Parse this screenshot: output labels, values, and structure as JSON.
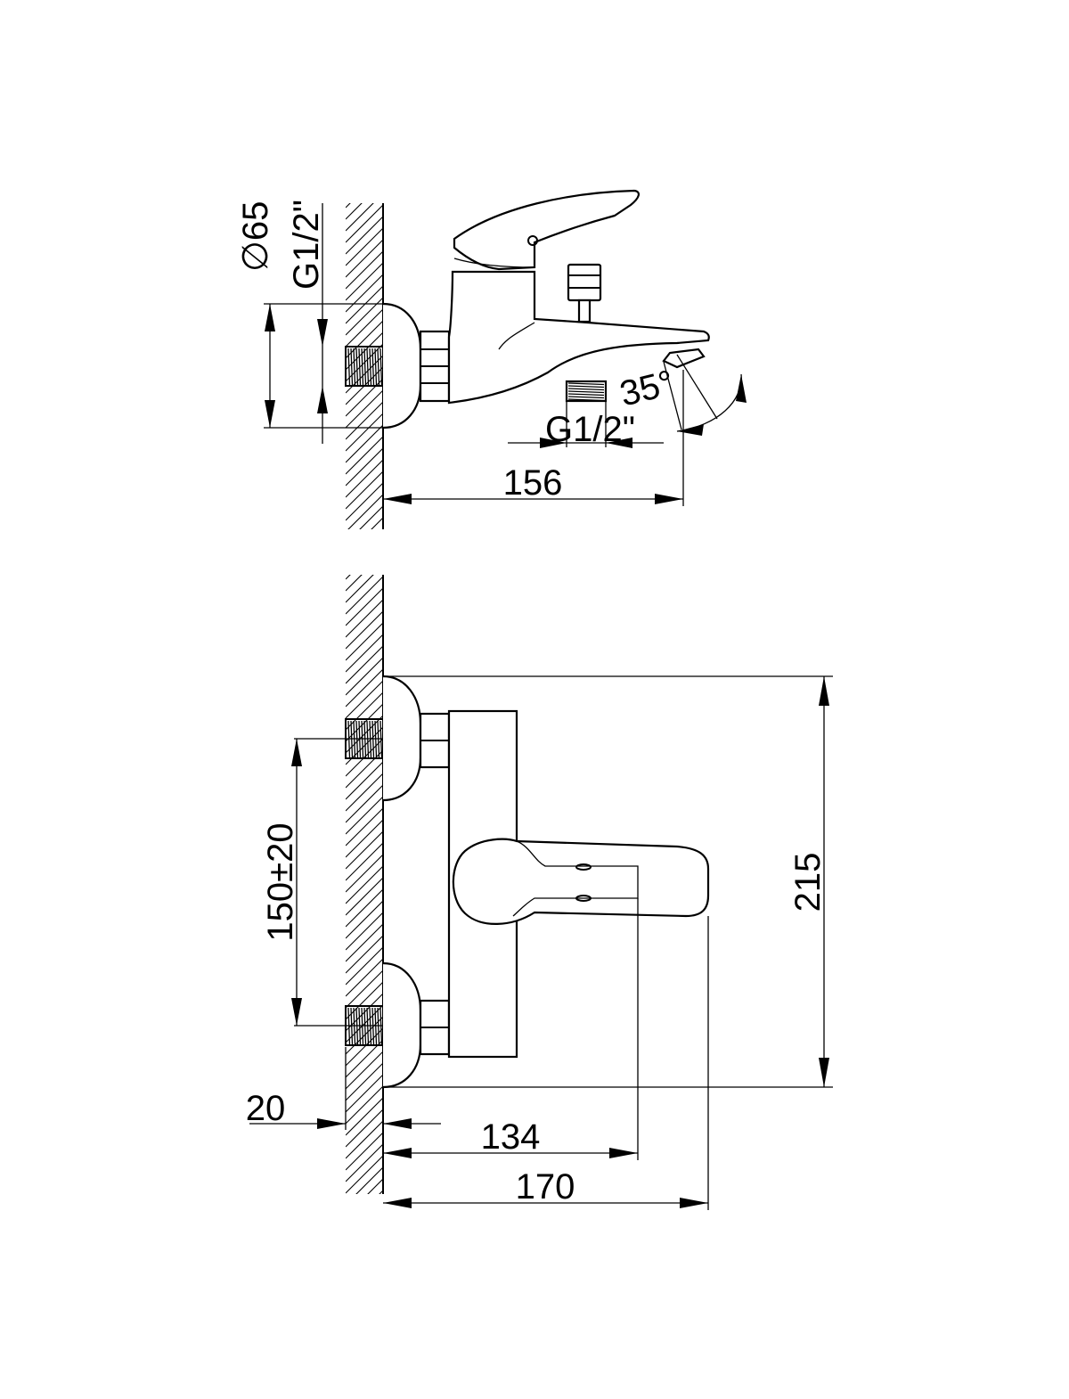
{
  "side_view": {
    "dim_diameter": "∅65",
    "dim_wall_thread": "G1/2\"",
    "dim_outlet_thread": "G1/2\"",
    "dim_spout_angle": "35°",
    "dim_projection": "156"
  },
  "front_view": {
    "dim_centers": "150±20",
    "dim_height": "215",
    "dim_wall_offset": "20",
    "dim_lever_reach": "134",
    "dim_spout_reach": "170"
  }
}
